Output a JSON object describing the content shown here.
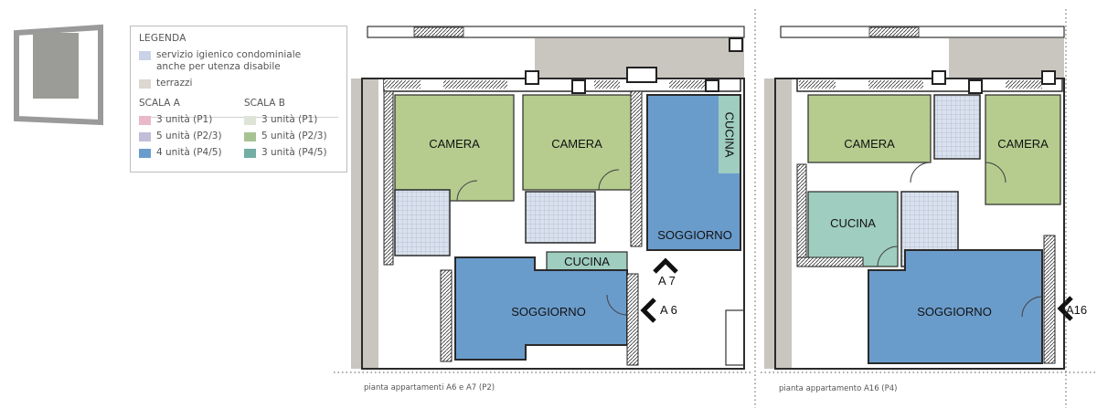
{
  "legend": {
    "title": "LEGENDA",
    "service_label": "servizio igienico condominiale anche per utenza disabile",
    "terraces_label": "terrazzi",
    "scala_a": {
      "title": "SCALA A",
      "items": [
        {
          "label": "3 unità (P1)",
          "color": "#e9b9c8"
        },
        {
          "label": "5 unità (P2/3)",
          "color": "#c3bdd9"
        },
        {
          "label": "4 unità (P4/5)",
          "color": "#6a9ccb"
        }
      ]
    },
    "scala_b": {
      "title": "SCALA B",
      "items": [
        {
          "label": "3 unità (P1)",
          "color": "#dfe4d9"
        },
        {
          "label": "5 unità (P2/3)",
          "color": "#a7c393"
        },
        {
          "label": "3 unità (P4/5)",
          "color": "#73ada3"
        }
      ]
    },
    "service_color": "#c9d2e6",
    "terraces_color": "#dcd7cf"
  },
  "plan_left": {
    "caption": "pianta appartamenti A6 e A7 (P2)",
    "rooms": {
      "camera_1": "CAMERA",
      "camera_2": "CAMERA",
      "cucina_vertical": "CUCINA",
      "soggiorno_a7": "SOGGIORNO",
      "cucina_a6": "CUCINA",
      "soggiorno_a6": "SOGGIORNO"
    },
    "markers": {
      "a7": "A 7",
      "a6": "A 6"
    }
  },
  "plan_right": {
    "caption": "pianta appartamento A16 (P4)",
    "rooms": {
      "camera_1": "CAMERA",
      "camera_2": "CAMERA",
      "cucina": "CUCINA",
      "soggiorno": "SOGGIORNO"
    },
    "markers": {
      "a16": "A16"
    }
  },
  "colors": {
    "green": "#b5cc8e",
    "blue": "#6a9ccb",
    "teal": "#9fcdbf",
    "wall": "#2a2a2a",
    "terrace": "#c9c5bf",
    "bath": "#d9e1ee"
  }
}
